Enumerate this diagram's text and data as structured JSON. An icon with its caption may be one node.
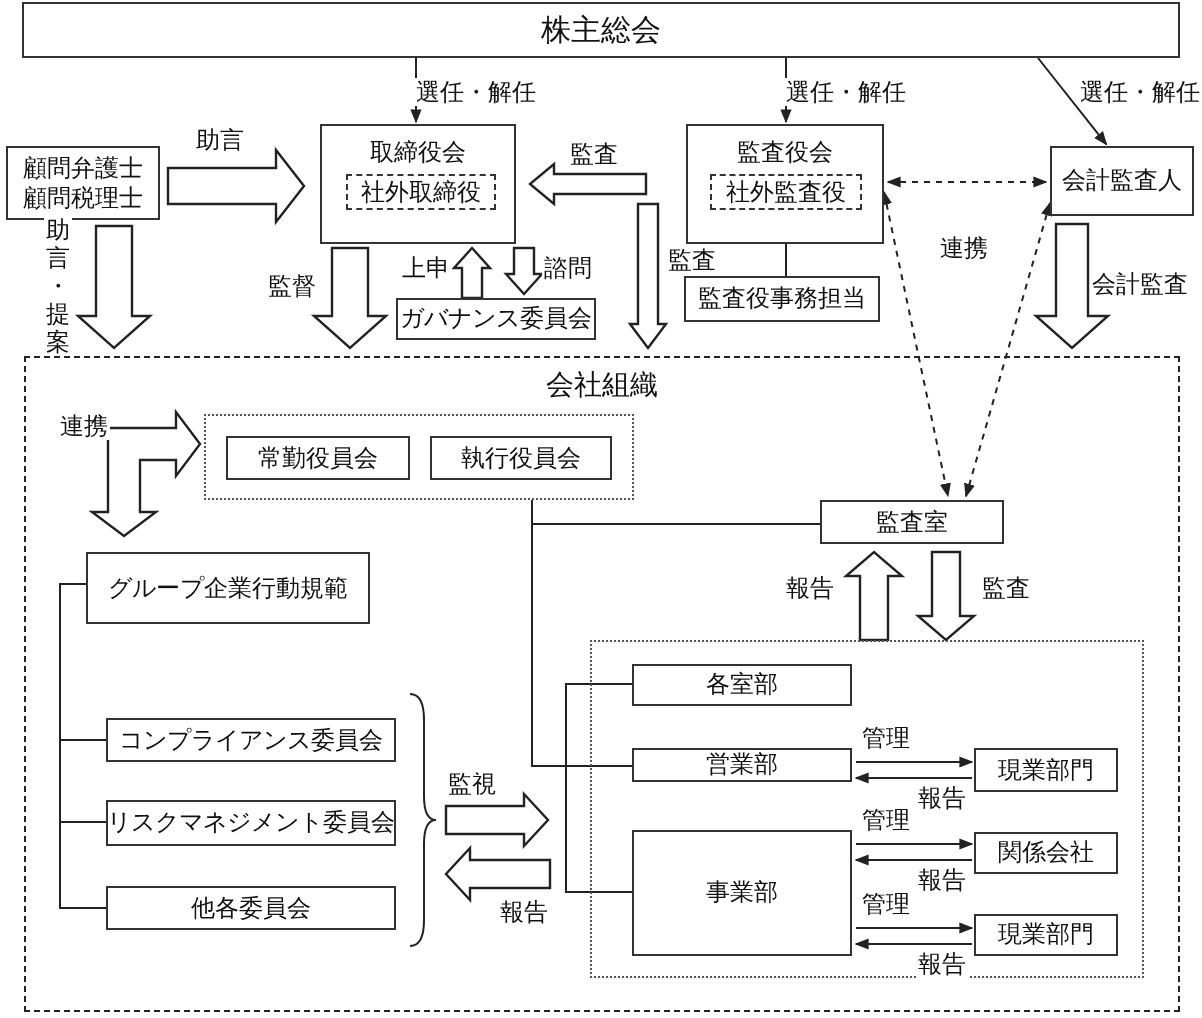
{
  "diagram": {
    "nodes": [
      {
        "text": [
          "株主総会"
        ]
      },
      {
        "text": [
          "顧問弁護士",
          "顧問税理士"
        ]
      },
      {
        "text": [
          "取締役会"
        ]
      },
      {
        "text": [
          "社外取締役"
        ],
        "in": 2
      },
      {
        "text": [
          "監査役会"
        ]
      },
      {
        "text": [
          "社外監査役"
        ],
        "in": 4
      },
      {
        "text": [
          "会計監査人"
        ]
      },
      {
        "text": [
          "監査役事務担当"
        ]
      },
      {
        "text": [
          "ガバナンス委員会"
        ]
      },
      {
        "text": [
          "会社組織"
        ]
      },
      {
        "text": [],
        "shape": "box",
        "in": 9
      },
      {
        "text": [
          "常勤役員会"
        ],
        "in": 10
      },
      {
        "text": [
          "執行役員会"
        ],
        "in": 10
      },
      {
        "text": [
          "監査室"
        ],
        "in": 9
      },
      {
        "text": [
          "グループ企業行動規範"
        ],
        "in": 9
      },
      {
        "text": [
          "コンプライアンス委員会"
        ],
        "in": 9
      },
      {
        "text": [
          "リスクマネジメント委員会"
        ],
        "in": 9
      },
      {
        "text": [
          "他各委員会"
        ],
        "in": 9
      },
      {
        "text": [],
        "shape": "box",
        "in": 9
      },
      {
        "text": [
          "各室部"
        ],
        "in": 18
      },
      {
        "text": [
          "営業部"
        ],
        "in": 18
      },
      {
        "text": [
          "事業部"
        ],
        "in": 18
      },
      {
        "text": [
          "現業部門"
        ],
        "in": 18
      },
      {
        "text": [
          "関係会社"
        ],
        "in": 18
      },
      {
        "text": [
          "現業部門"
        ],
        "in": 18
      }
    ],
    "edges": [
      {
        "from": 0,
        "to": 2,
        "arrow": "to",
        "label": "選任・解任"
      },
      {
        "from": 0,
        "to": 4,
        "arrow": "to",
        "label": "選任・解任"
      },
      {
        "from": 0,
        "to": 6,
        "arrow": "to",
        "label": "選任・解任"
      },
      {
        "from": 1,
        "to": 2,
        "arrow": "to",
        "label": "助言",
        "style": "thick"
      },
      {
        "from": 1,
        "to": 9,
        "arrow": "to",
        "label": "助言・提案",
        "style": "thick"
      },
      {
        "from": 4,
        "to": 2,
        "arrow": "to",
        "label": "監査",
        "style": "thick"
      },
      {
        "from": 4,
        "to": 9,
        "arrow": "to",
        "label": "監査",
        "style": "thick"
      },
      {
        "from": 2,
        "to": 9,
        "arrow": "to",
        "label": "監督",
        "style": "thick"
      },
      {
        "from": 8,
        "to": 2,
        "arrow": "to",
        "label": "上申",
        "style": "thick"
      },
      {
        "from": 2,
        "to": 8,
        "arrow": "to",
        "label": "諮問",
        "style": "thick"
      },
      {
        "from": 4,
        "to": 7,
        "arrow": "none"
      },
      {
        "from": 4,
        "to": 6,
        "arrow": "both",
        "label": "連携",
        "style": "dashed"
      },
      {
        "from": 4,
        "to": 13,
        "arrow": "both",
        "style": "dashed"
      },
      {
        "from": 6,
        "to": 13,
        "arrow": "both",
        "style": "dashed"
      },
      {
        "from": 6,
        "to": 9,
        "arrow": "to",
        "label": "会計監査",
        "style": "thick"
      },
      {
        "from": 14,
        "to": 10,
        "arrow": "both",
        "label": "連携",
        "style": "thick"
      },
      {
        "from": 10,
        "to": 13,
        "arrow": "none"
      },
      {
        "from": 10,
        "to": 19,
        "arrow": "none"
      },
      {
        "from": 10,
        "to": 20,
        "arrow": "none"
      },
      {
        "from": 10,
        "to": 21,
        "arrow": "none"
      },
      {
        "from": 18,
        "to": 13,
        "arrow": "to",
        "label": "報告",
        "style": "thick"
      },
      {
        "from": 13,
        "to": 18,
        "arrow": "to",
        "label": "監査",
        "style": "thick"
      },
      {
        "from": 14,
        "to": 15,
        "arrow": "none"
      },
      {
        "from": 14,
        "to": 16,
        "arrow": "none"
      },
      {
        "from": 14,
        "to": 17,
        "arrow": "none"
      },
      {
        "from": 16,
        "to": 18,
        "arrow": "to",
        "label": "監視",
        "style": "thick"
      },
      {
        "from": 18,
        "to": 16,
        "arrow": "to",
        "label": "報告",
        "style": "thick"
      },
      {
        "from": 20,
        "to": 22,
        "arrow": "to",
        "label": "管理"
      },
      {
        "from": 22,
        "to": 20,
        "arrow": "to",
        "label": "報告"
      },
      {
        "from": 21,
        "to": 23,
        "arrow": "to",
        "label": "管理"
      },
      {
        "from": 23,
        "to": 21,
        "arrow": "to",
        "label": "報告"
      },
      {
        "from": 21,
        "to": 24,
        "arrow": "to",
        "label": "管理"
      },
      {
        "from": 24,
        "to": 21,
        "arrow": "to",
        "label": "報告"
      }
    ]
  }
}
